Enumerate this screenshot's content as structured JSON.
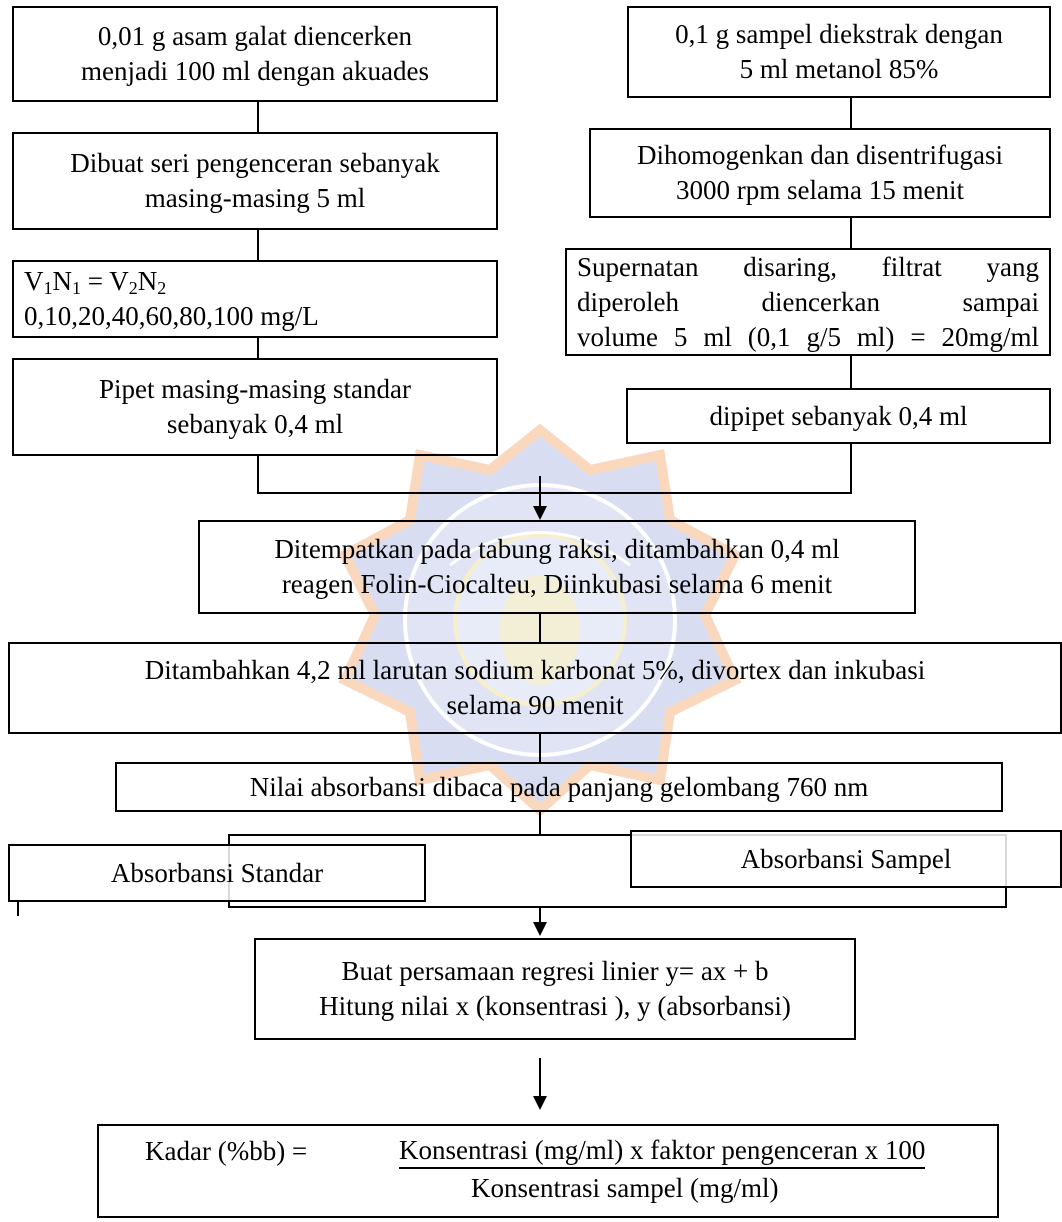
{
  "left_branch": {
    "step1": [
      "0,01 g asam galat diencerken",
      "menjadi 100 ml dengan akuades"
    ],
    "step2": [
      "Dibuat seri pengenceran sebanyak",
      "masing-masing 5 ml"
    ],
    "step3_formula": {
      "v1": "V",
      "n1": "N",
      "sub1": "1",
      "eq": " = ",
      "v2": "V",
      "n2": "N",
      "sub2": "2"
    },
    "step3_values": "0,10,20,40,60,80,100 mg/L",
    "step4": [
      "Pipet masing-masing standar",
      "sebanyak 0,4 ml"
    ]
  },
  "right_branch": {
    "step1": [
      "0,1 g sampel diekstrak dengan",
      "5 ml metanol 85%"
    ],
    "step2": [
      "Dihomogenkan dan disentrifugasi",
      "3000 rpm selama 15 menit"
    ],
    "step3": [
      "Supernatan disaring, filtrat yang",
      "diperoleh diencerkan sampai",
      "volume 5 ml (0,1 g/5 ml) = 20mg/ml"
    ],
    "step4": "dipipet sebanyak 0,4 ml"
  },
  "merged": {
    "step5": [
      "Ditempatkan pada tabung raksi, ditambahkan 0,4 ml",
      "reagen Folin-Ciocalteu, Diinkubasi selama 6 menit"
    ],
    "step6": [
      "Ditambahkan 4,2 ml larutan sodium karbonat 5%, divortex dan inkubasi",
      "selama 90 menit"
    ],
    "step7": "Nilai absorbansi dibaca pada panjang gelombang 760 nm",
    "absorbansi_standar": "Absorbansi Standar",
    "absorbansi_sampel": "Absorbansi Sampel",
    "step8": [
      "Buat persamaan regresi linier y= ax + b",
      "Hitung nilai x (konsentrasi ), y (absorbansi)"
    ],
    "final": {
      "prefix": "Kadar (%bb) = ",
      "numerator": "Konsentrasi (mg/ml) x faktor pengenceran x 100",
      "denominator": "Konsentrasi sampel (mg/ml)"
    }
  },
  "colors": {
    "line": "#000000",
    "watermark_orange": "#f5b98a",
    "watermark_blue": "#b9c3e6"
  }
}
